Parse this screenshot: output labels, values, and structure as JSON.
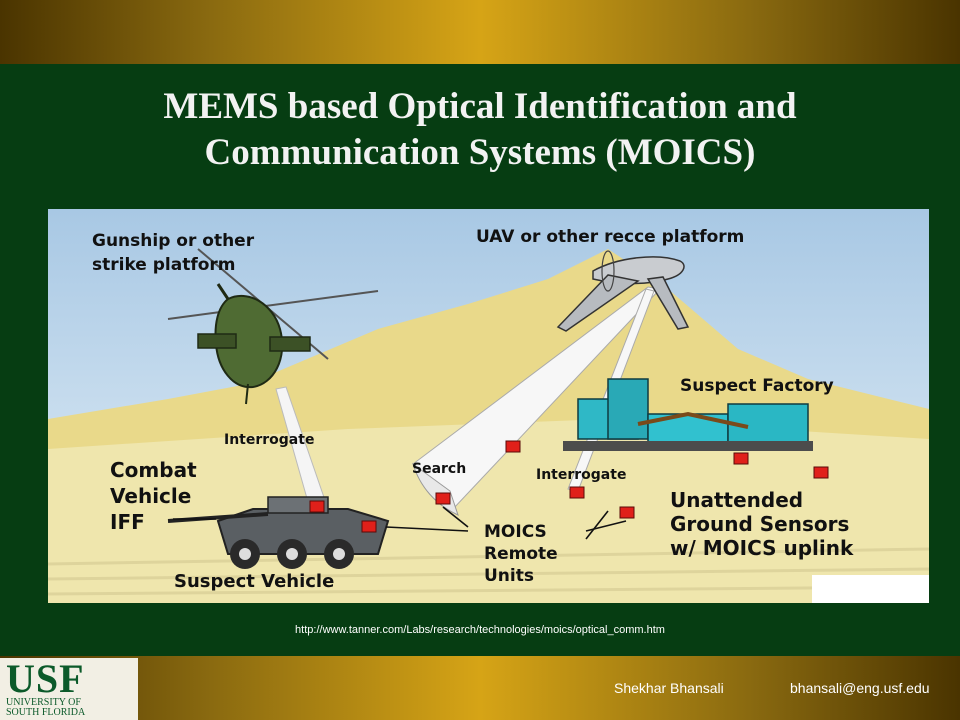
{
  "slide": {
    "title_line1": "MEMS based Optical Identification and",
    "title_line2": "Communication Systems (MOICS)",
    "source_url": "http://www.tanner.com/Labs/research/technologies/moics/optical_comm.htm"
  },
  "diagram": {
    "labels": {
      "gunship_1": "Gunship or other",
      "gunship_2": "strike platform",
      "uav": "UAV or other recce platform",
      "suspect_factory": "Suspect Factory",
      "interrogate_left": "Interrogate",
      "search": "Search",
      "interrogate_right": "Interrogate",
      "combat_1": "Combat",
      "combat_2": "Vehicle",
      "combat_3": "IFF",
      "moics_1": "MOICS",
      "moics_2": "Remote",
      "moics_3": "Units",
      "ugs_1": "Unattended",
      "ugs_2": "Ground Sensors",
      "ugs_3": "w/ MOICS uplink",
      "suspect_vehicle": "Suspect Vehicle"
    },
    "colors": {
      "sky": "#cfe3f1",
      "hill": "#e8d98a",
      "ground": "#ece3a6",
      "moics_unit": "#e0201a",
      "factory": "#2ab7c4",
      "beam": "#f4f4f4"
    }
  },
  "footer": {
    "logo_text": "USF",
    "logo_line1": "UNIVERSITY OF",
    "logo_line2": "SOUTH FLORIDA",
    "author": "Shekhar Bhansali",
    "email": "bhansali@eng.usf.edu"
  }
}
